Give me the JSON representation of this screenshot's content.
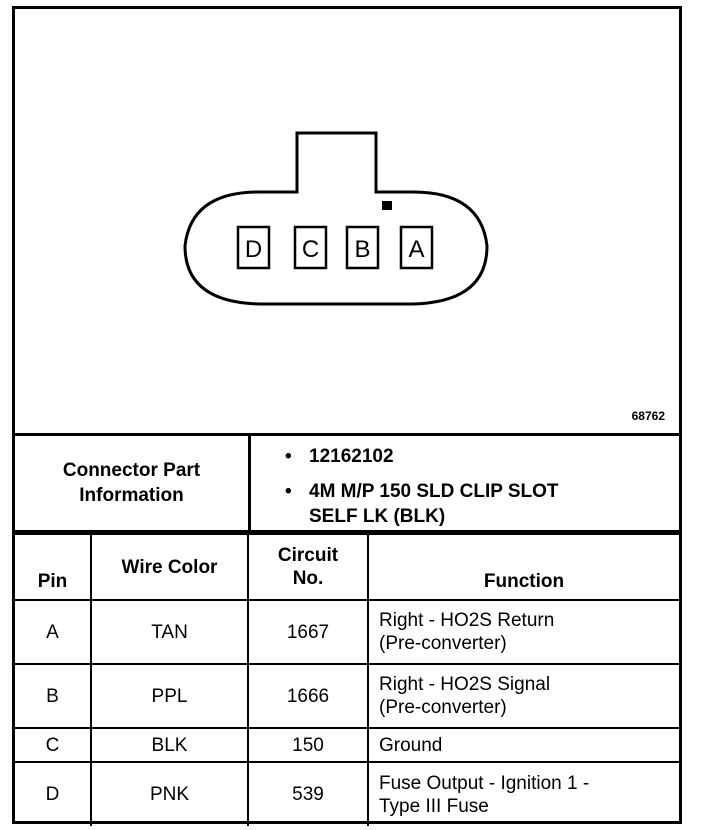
{
  "figure_number": "68762",
  "connector": {
    "pins": [
      "D",
      "C",
      "B",
      "A"
    ]
  },
  "info": {
    "label_line1": "Connector Part",
    "label_line2": "Information",
    "part_number": "12162102",
    "description_line1": "4M M/P 150 SLD CLIP SLOT",
    "description_line2": "SELF LK (BLK)"
  },
  "table": {
    "headers": {
      "pin": "Pin",
      "wire_color": "Wire Color",
      "circuit_line1": "Circuit",
      "circuit_line2": "No.",
      "function": "Function"
    },
    "rows": [
      {
        "pin": "A",
        "wire_color": "TAN",
        "circuit": "1667",
        "function_line1": "Right - HO2S Return",
        "function_line2": "(Pre-converter)"
      },
      {
        "pin": "B",
        "wire_color": "PPL",
        "circuit": "1666",
        "function_line1": "Right - HO2S Signal",
        "function_line2": "(Pre-converter)"
      },
      {
        "pin": "C",
        "wire_color": "BLK",
        "circuit": "150",
        "function_line1": "Ground",
        "function_line2": ""
      },
      {
        "pin": "D",
        "wire_color": "PNK",
        "circuit": "539",
        "function_line1": "Fuse Output - Ignition 1 -",
        "function_line2": "Type III Fuse"
      }
    ]
  }
}
